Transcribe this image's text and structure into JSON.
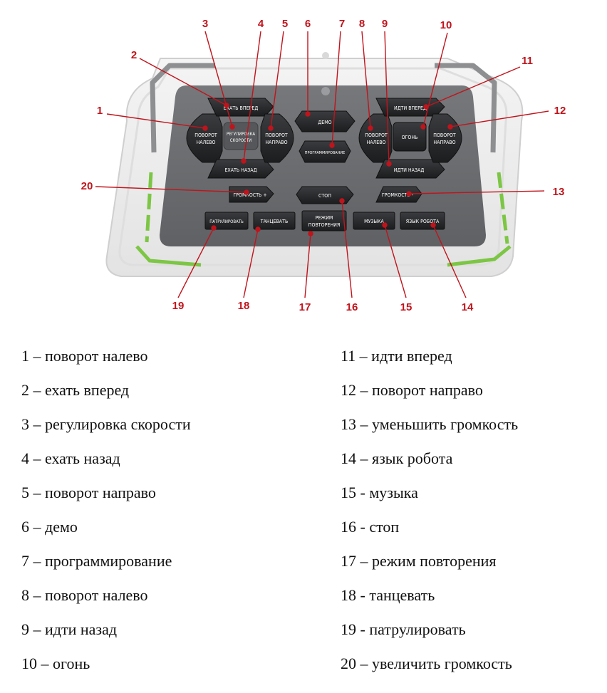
{
  "buttons": {
    "b1": [
      "ПОВОРОТ",
      "НАЛЕВО"
    ],
    "b2": [
      "ЕХАТЬ ВПЕРЕД"
    ],
    "b3": [
      "РЕГУЛИРОВКА",
      "СКОРОСТИ"
    ],
    "b4": [
      "ЕХАТЬ НАЗАД"
    ],
    "b5": [
      "ПОВОРОТ",
      "НАПРАВО"
    ],
    "b6": [
      "ДЕМО"
    ],
    "b7": [
      "ПРОГРАММИРОВАНИЕ"
    ],
    "b8": [
      "ПОВОРОТ",
      "НАЛЕВО"
    ],
    "b9": [
      "ИДТИ НАЗАД"
    ],
    "b10": [
      "ОГОНЬ"
    ],
    "b11": [
      "ИДТИ ВПЕРЕД"
    ],
    "b12": [
      "ПОВОРОТ",
      "НАПРАВО"
    ],
    "b13": [
      "ГРОМКОСТЬ -"
    ],
    "b14": [
      "ЯЗЫК РОБОТА"
    ],
    "b15": [
      "МУЗЫКА"
    ],
    "b16": [
      "СТОП"
    ],
    "b17": [
      "РЕЖИМ",
      "ПОВТОРЕНИЯ"
    ],
    "b18": [
      "ТАНЦЕВАТЬ"
    ],
    "b19": [
      "ПАТРУЛИРОВАТЬ"
    ],
    "b20": [
      "ГРОМКОСТЬ +"
    ]
  },
  "callouts": [
    "1",
    "2",
    "3",
    "4",
    "5",
    "6",
    "7",
    "8",
    "9",
    "10",
    "11",
    "12",
    "13",
    "14",
    "15",
    "16",
    "17",
    "18",
    "19",
    "20"
  ],
  "legend_left": [
    "1 – поворот налево",
    "2 – ехать вперед",
    "3 – регулировка скорости",
    "4 – ехать назад",
    "5 – поворот направо",
    "6 – демо",
    "7 – программирование",
    "8 – поворот налево",
    "9 – идти назад",
    "10 – огонь"
  ],
  "legend_right": [
    "11 – идти вперед",
    "12 – поворот направо",
    "13 – уменьшить громкость",
    "14 – язык робота",
    "15 - музыка",
    "16 - стоп",
    "17 – режим повторения",
    "18 - танцевать",
    "19 - патрулировать",
    "20 – увеличить громкость"
  ],
  "colors": {
    "callout": "#c0141c",
    "panel": "#6e7073",
    "button": "#2b2c2e",
    "accent": "#7cc644"
  }
}
